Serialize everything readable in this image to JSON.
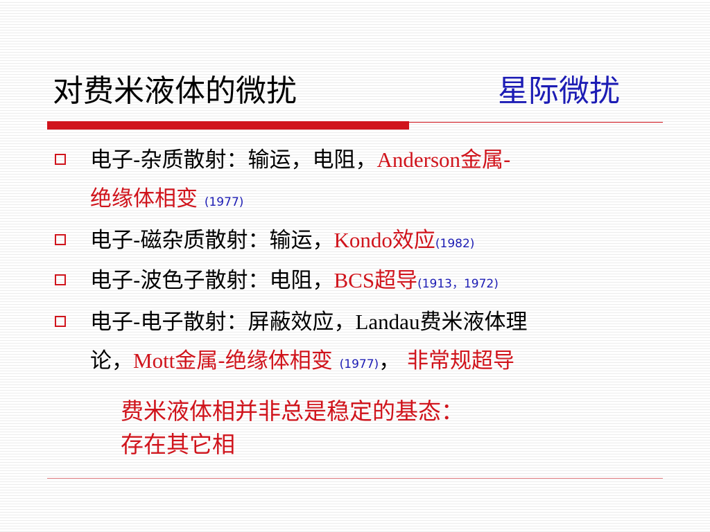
{
  "colors": {
    "accent_red": "#d0141c",
    "title_blue": "#1c1cb4",
    "note_red": "#d0141c"
  },
  "slide": {
    "title_left": "对费米液体的微扰",
    "title_right": "星际微扰"
  },
  "bullets": [
    {
      "line1": {
        "prefix": "电子-杂质散射：输运，电阻，",
        "red_latin": "Anderson",
        "red_cn": "金属-"
      },
      "line2": {
        "red_cn": "绝缘体相变",
        "year": "(1977)"
      }
    },
    {
      "line1": {
        "prefix": "电子-磁杂质散射：输运，",
        "red_latin": "Kondo",
        "red_cn": "效应",
        "year": "(1982)"
      }
    },
    {
      "line1": {
        "prefix": "电子-波色子散射：电阻，",
        "red_latin": "BCS",
        "red_cn": "超导",
        "year": "(1913，1972)"
      }
    },
    {
      "line1": {
        "prefix": "电子-电子散射：屏蔽效应，",
        "latin": "Landau",
        "suffix": "费米液体理"
      },
      "line2": {
        "prefix": "论，",
        "red_latin": "Mott",
        "red_cn": "金属-绝缘体相变",
        "year": "(1977)",
        "comma": "，",
        "red_tail": "非常规超导"
      }
    }
  ],
  "note": {
    "line1": "费米液体相并非总是稳定的基态：",
    "line2": "存在其它相"
  }
}
